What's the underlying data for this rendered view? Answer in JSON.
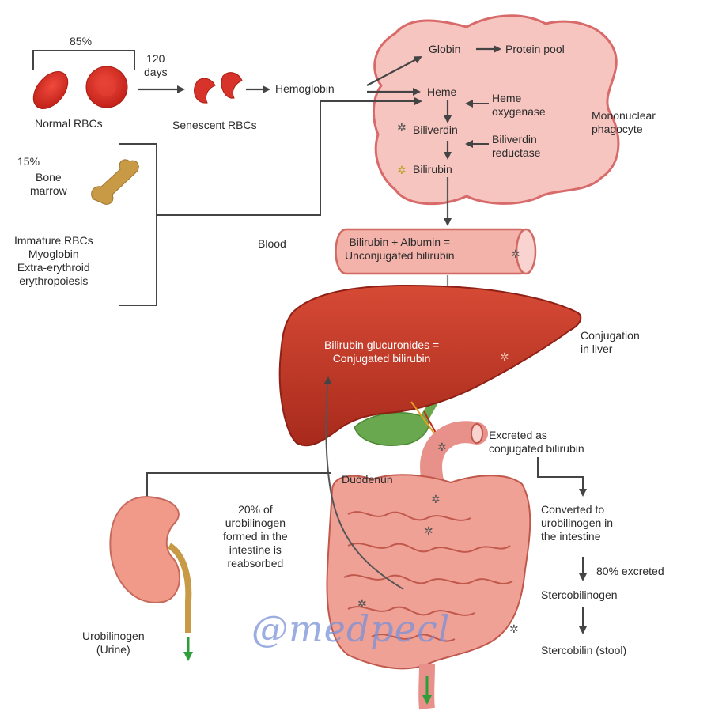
{
  "labels": {
    "pct85": "85%",
    "days120": "120\ndays",
    "normal_rbcs": "Normal RBCs",
    "senescent_rbcs": "Senescent RBCs",
    "hemoglobin": "Hemoglobin",
    "globin": "Globin",
    "protein_pool": "Protein pool",
    "heme": "Heme",
    "heme_oxygenase": "Heme\noxygenase",
    "biliverdin": "Biliverdin",
    "biliverdin_reductase": "Biliverdin\nreductase",
    "bilirubin": "Bilirubin",
    "mononuclear_phagocyte": "Mononuclear\nphagocyte",
    "pct15": "15%",
    "bone_marrow": "Bone\nmarrow",
    "other_sources": "Immature RBCs\nMyoglobin\nExtra-erythroid\nerythropoiesis",
    "blood": "Blood",
    "albumin_eq": "Bilirubin + Albumin =\nUnconjugated bilirubin",
    "conjugated_eq": "Bilirubin glucuronides =\nConjugated bilirubin",
    "conjugation_in_liver": "Conjugation\nin liver",
    "duodenum": "Duodenun",
    "excreted_conjugated": "Excreted as\nconjugated bilirubin",
    "reabsorbed": "20% of\nurobilinogen\nformed in the\nintestine is\nreabsorbed",
    "converted": "Converted to\nurobilinogen in\nthe intestine",
    "excreted80": "80% excreted",
    "stercobilinogen": "Stercobilinogen",
    "stercobilin": "Stercobilin (stool)",
    "urine": "Urobilinogen\n(Urine)"
  },
  "watermark": "@medpecl",
  "colors": {
    "phagocyte_fill": "#f6c5c0",
    "phagocyte_stroke": "#d96a6a",
    "liver": "#c73a2c",
    "liver_dark": "#9e2418",
    "rbc": "#d8332a",
    "intestine": "#f0a196",
    "intestine_stroke": "#c0584c",
    "gallbladder": "#6aa84f",
    "kidney": "#f29a8a",
    "bone": "#c99a45",
    "arrow": "#444444",
    "green_arrow": "#2e9e3a"
  }
}
